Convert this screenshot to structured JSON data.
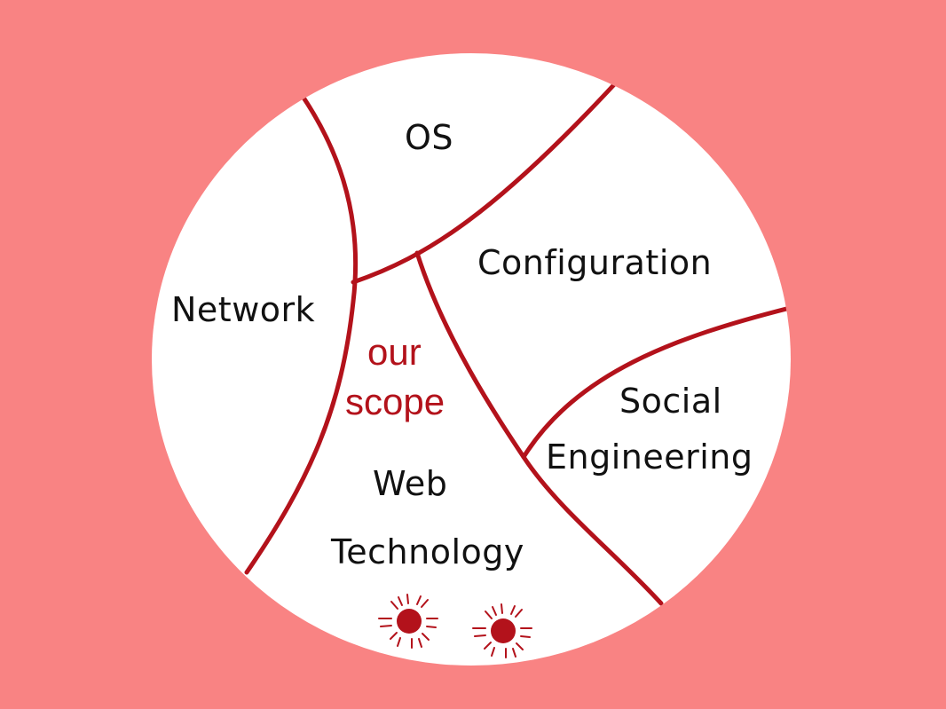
{
  "colors": {
    "background": "#f98383",
    "circle_fill": "#ffffff",
    "divider": "#b3121b",
    "scope_text": "#b3121b",
    "label_text": "#111111"
  },
  "regions": {
    "os": "OS",
    "network": "Network",
    "configuration": "Configuration",
    "social_line1": "Social",
    "social_line2": "Engineering",
    "scope_line1": "our",
    "scope_line2": "scope",
    "web_line1": "Web",
    "web_line2": "Technology"
  },
  "icons": [
    "sun-burst-icon",
    "sun-burst-icon"
  ]
}
